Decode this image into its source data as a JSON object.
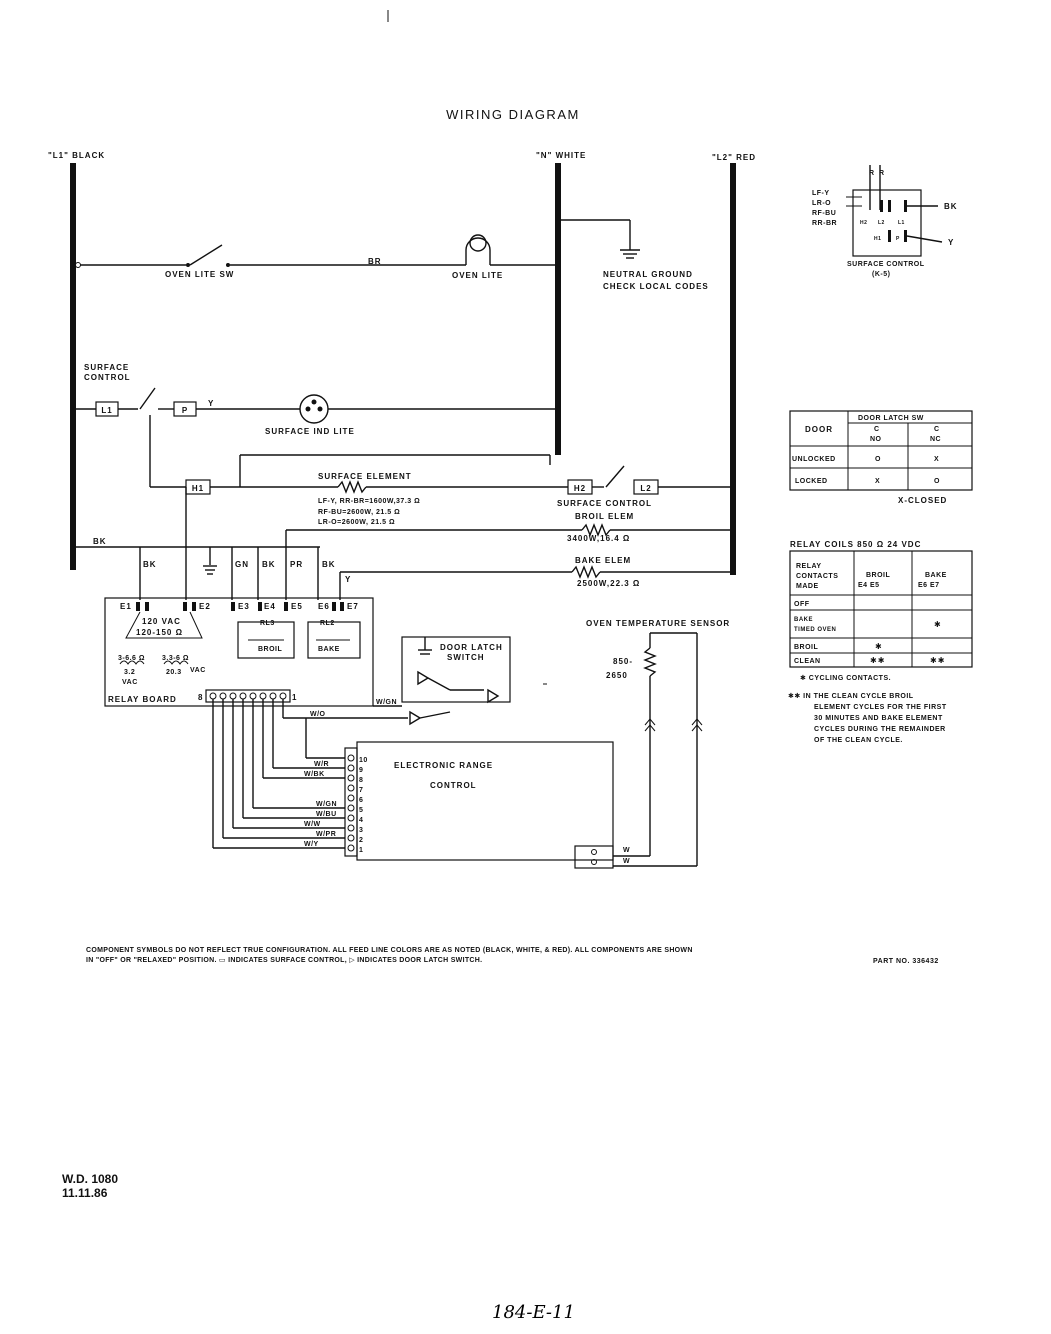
{
  "title": "WIRING DIAGRAM",
  "lines": {
    "l1": "\"L1\" BLACK",
    "n": "\"N\" WHITE",
    "l2": "\"L2\" RED"
  },
  "oven_lite_circuit": {
    "switch": "OVEN LITE SW",
    "wire": "BR",
    "lamp": "OVEN LITE"
  },
  "ground": {
    "line1": "NEUTRAL GROUND",
    "line2": "CHECK LOCAL CODES"
  },
  "surface_control": {
    "label1": "SURFACE",
    "label2": "CONTROL",
    "l1": "L1",
    "p": "P",
    "y": "Y",
    "ind_lite": "SURFACE IND LITE",
    "h1": "H1",
    "h2": "H2",
    "l2": "L2",
    "bottom_label": "SURFACE CONTROL"
  },
  "surface_element": {
    "title": "SURFACE ELEMENT",
    "line1": "LF-Y, RR-BR=1600W,37.3 Ω",
    "line2": "RF-BU=2600W, 21.5 Ω",
    "line3": "LR-O=2600W, 21.5 Ω"
  },
  "broil_elem": {
    "title": "BROIL ELEM",
    "spec": "3400W,16.4 Ω"
  },
  "bake_elem": {
    "title": "BAKE ELEM",
    "spec": "2500W,22.3 Ω"
  },
  "wires": {
    "bk": "BK",
    "gn": "GN",
    "pr": "PR",
    "y": "Y",
    "wgn": "W/GN",
    "wo": "W/O"
  },
  "relay_board": {
    "label": "RELAY BOARD",
    "terminals": [
      "E1",
      "E2",
      "E3",
      "E4",
      "E5",
      "E6",
      "E7"
    ],
    "vac": "120 VAC",
    "ohms": "120-150 Ω",
    "rl3": "RL3",
    "broil": "BROIL",
    "rl2": "RL2",
    "bake": "BAKE",
    "coil_a": "3-6.6 Ω",
    "coil_a_v": "3.2",
    "coil_a_unit": "VAC",
    "coil_b": "3.3-6 Ω",
    "coil_b_v": "20.3",
    "coil_b_unit": "VAC",
    "pin_first": "8",
    "pin_last": "1"
  },
  "door_latch": {
    "label1": "DOOR LATCH",
    "label2": "SWITCH"
  },
  "erc": {
    "line1": "ELECTRONIC  RANGE",
    "line2": "CONTROL",
    "pins": [
      "10",
      "9",
      "8",
      "7",
      "6",
      "5",
      "4",
      "3",
      "2",
      "1"
    ],
    "wires": [
      "W/R",
      "W/BK",
      "W/GN",
      "W/BU",
      "W/W",
      "W/PR",
      "W/Y"
    ],
    "sensor_pins": [
      "W",
      "W"
    ]
  },
  "sensor": {
    "label": "OVEN TEMPERATURE SENSOR",
    "r1": "850-",
    "r2": "2650"
  },
  "k5": {
    "wires": [
      "LF-Y",
      "LR-O",
      "RF-BU",
      "RR-BR"
    ],
    "r1": "R",
    "r2": "R",
    "terms": [
      "H2",
      "L2",
      "L1",
      "H1",
      "P"
    ],
    "bk": "BK",
    "y": "Y",
    "caption1": "SURFACE CONTROL",
    "caption2": "(K-5)"
  },
  "door_table": {
    "door": "DOOR",
    "header": "DOOR LATCH SW",
    "c1": "C",
    "no1": "NO",
    "c2": "C",
    "nc": "NC",
    "rows": [
      {
        "label": "UNLOCKED",
        "a": "O",
        "b": "X"
      },
      {
        "label": "LOCKED",
        "a": "X",
        "b": "O"
      }
    ],
    "note": "X-CLOSED"
  },
  "relay_table": {
    "title": "RELAY COILS 850 Ω   24 VDC",
    "head1": "RELAY",
    "head2": "CONTACTS",
    "head3": "MADE",
    "broil": "BROIL",
    "broil_e": "E4   E5",
    "bake": "BAKE",
    "bake_e": "E6   E7",
    "rows": [
      {
        "label": "OFF",
        "label2": "",
        "broil": "",
        "bake": ""
      },
      {
        "label": "BAKE",
        "label2": "TIMED OVEN",
        "broil": "",
        "bake": "✱"
      },
      {
        "label": "BROIL",
        "label2": "",
        "broil": "✱",
        "bake": ""
      },
      {
        "label": "CLEAN",
        "label2": "",
        "broil": "✱✱",
        "bake": "✱✱"
      }
    ],
    "note1": "✱  CYCLING CONTACTS.",
    "note2a": "✱✱  IN THE CLEAN CYCLE BROIL",
    "note2b": "ELEMENT CYCLES FOR THE FIRST",
    "note2c": "30 MINUTES AND BAKE ELEMENT",
    "note2d": "CYCLES DURING THE REMAINDER",
    "note2e": "OF THE CLEAN CYCLE."
  },
  "footer": {
    "note1": "COMPONENT SYMBOLS DO NOT REFLECT TRUE CONFIGURATION. ALL FEED LINE COLORS ARE AS NOTED (BLACK, WHITE, & RED). ALL COMPONENTS ARE SHOWN",
    "note2": "IN \"OFF\" OR \"RELAXED\" POSITION.  ▭  INDICATES SURFACE CONTROL,   ▷  INDICATES DOOR LATCH SWITCH.",
    "part": "PART NO. 336432",
    "wd": "W.D. 1080",
    "date": "11.11.86",
    "sig": "184-E-11"
  }
}
